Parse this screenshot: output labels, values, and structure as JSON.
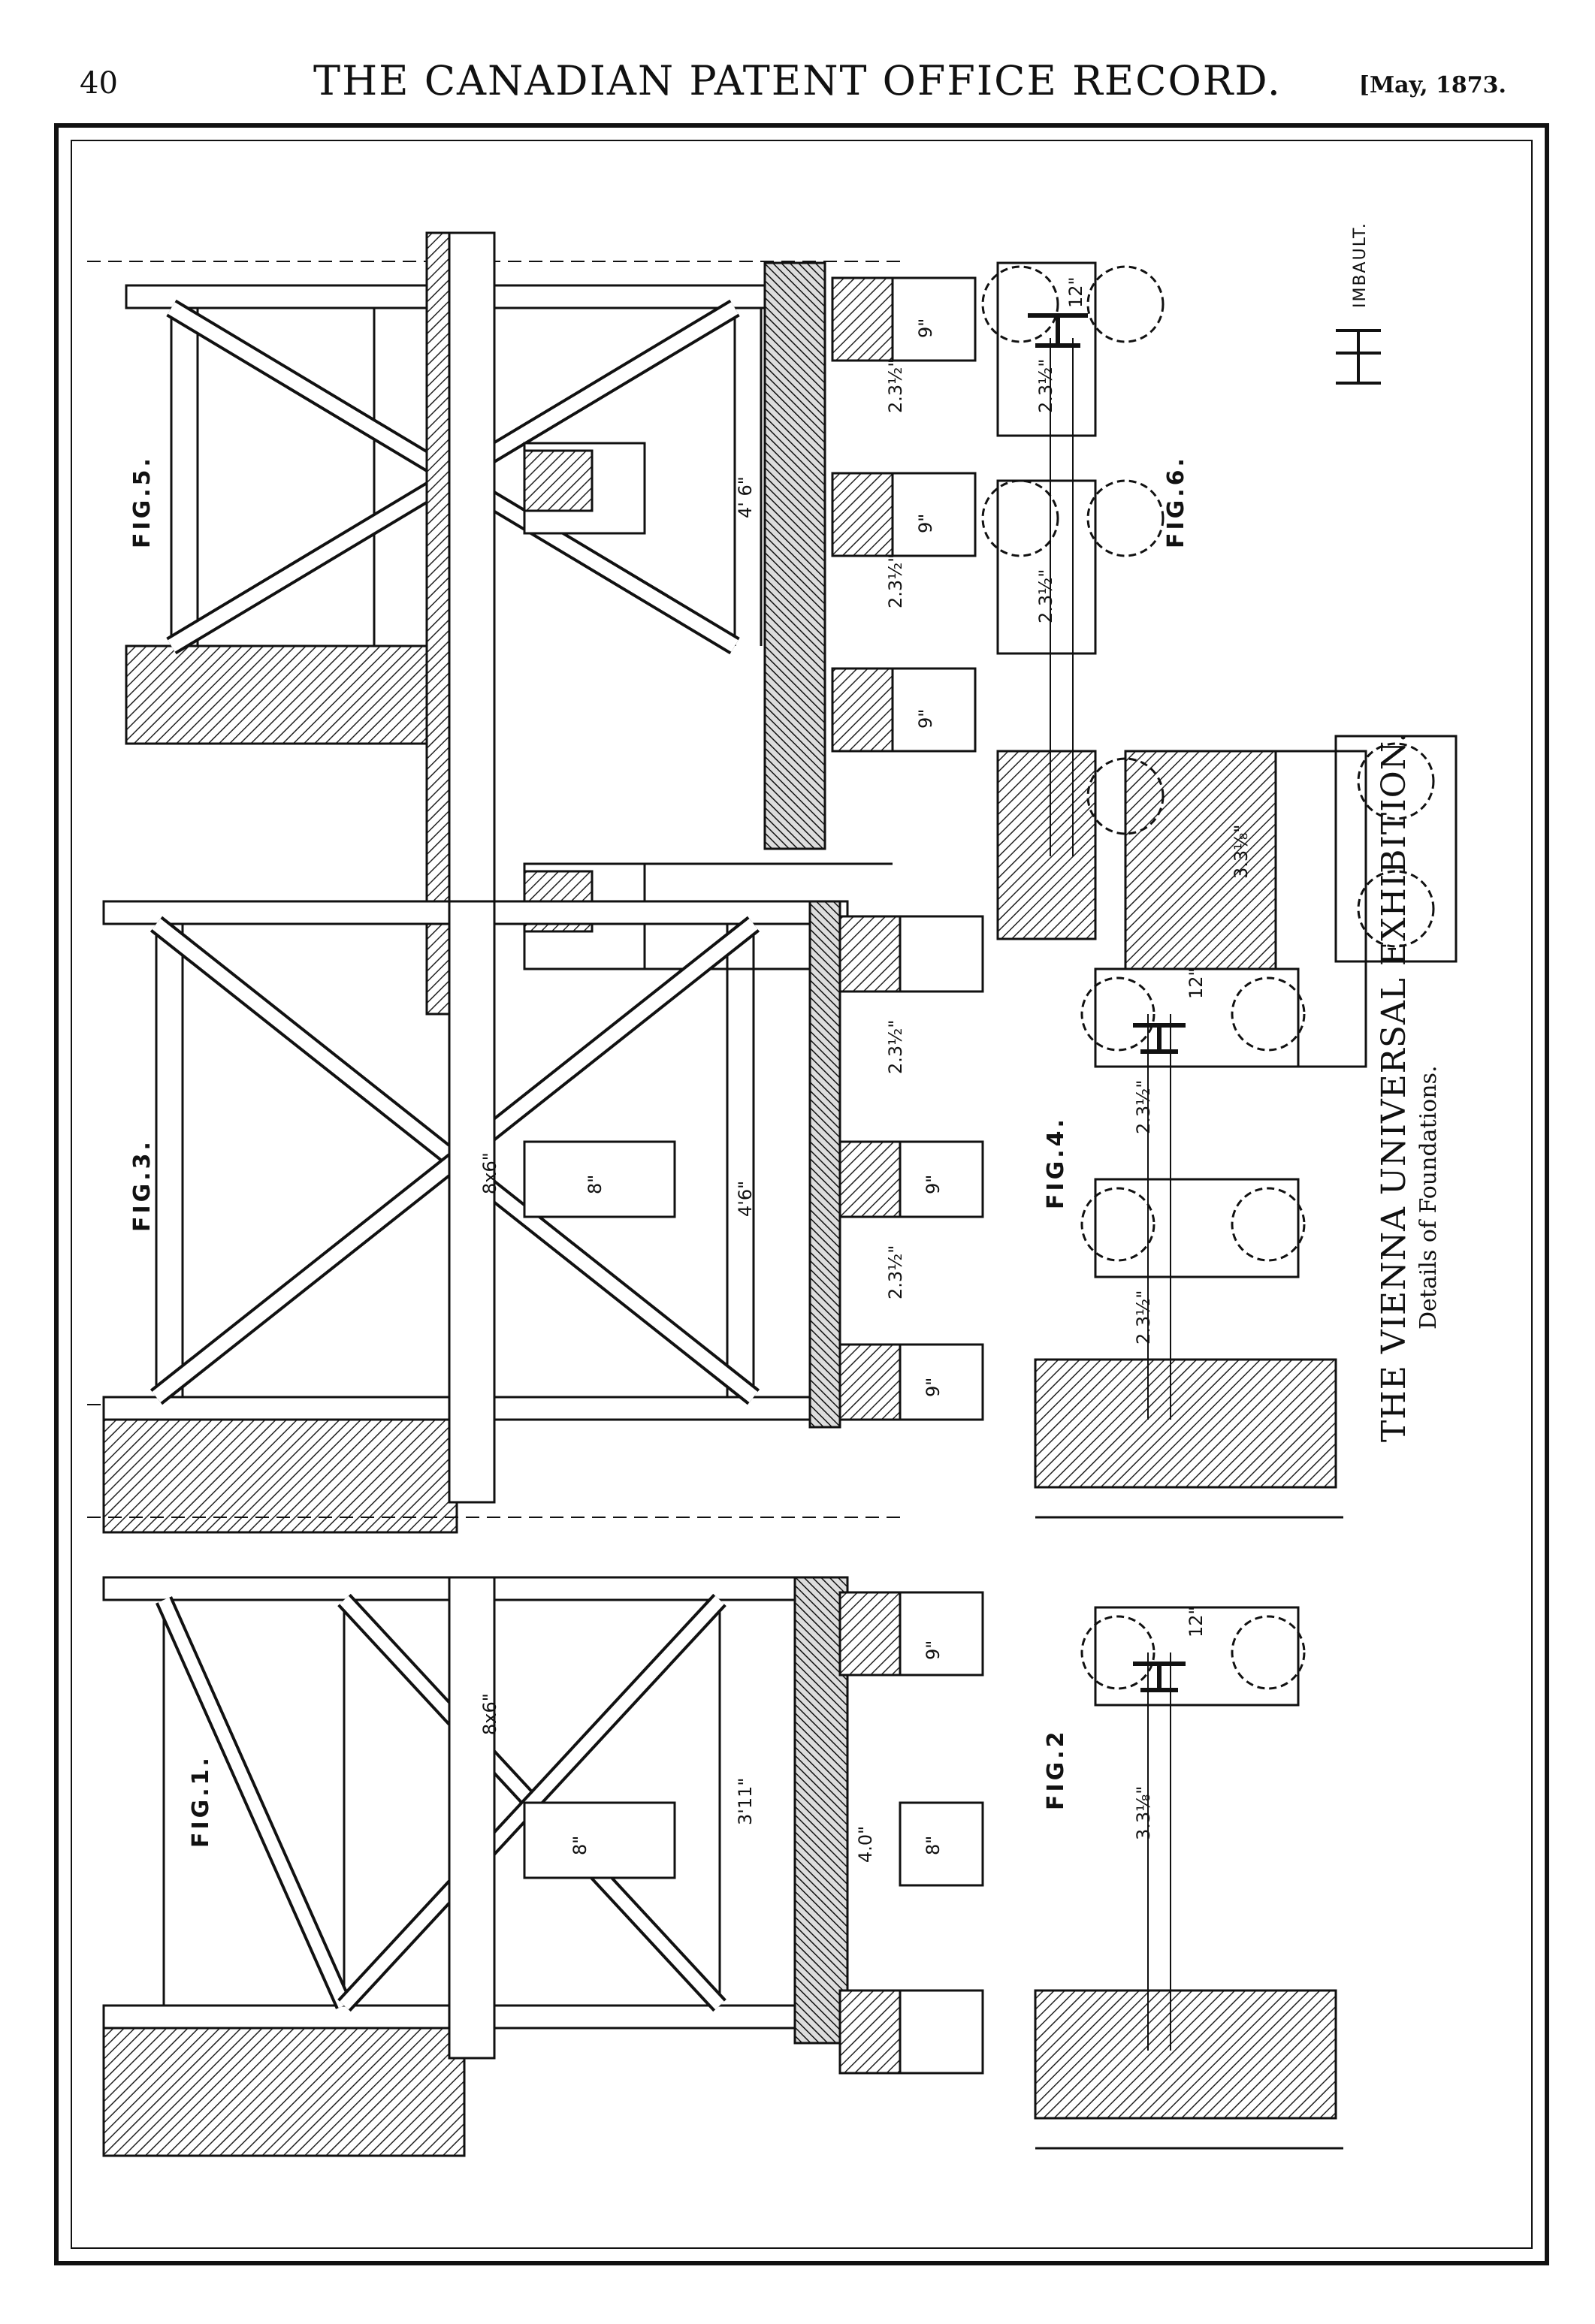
{
  "header": {
    "page_number": "40",
    "journal_title": "THE CANADIAN PATENT OFFICE RECORD.",
    "issue_date": "[May, 1873."
  },
  "plate": {
    "caption_title": "THE VIENNA UNIVERSAL EXHIBITION.",
    "caption_subtitle": "Details of Foundations.",
    "signature": "IMBAULT.",
    "figures": {
      "fig1": "FIG.1.",
      "fig2": "FIG.2",
      "fig3": "FIG.3.",
      "fig4": "FIG.4.",
      "fig5": "FIG.5.",
      "fig6": "FIG.6."
    },
    "dimensions": {
      "fig5_height": "4' 6\"",
      "fig5_span_a": "2.3½\"",
      "fig5_span_b": "2.3½\"",
      "fig5_post_a": "9\"",
      "fig5_post_b": "9\"",
      "fig5_post_c": "9\"",
      "fig6_span_a": "2.3½\"",
      "fig6_span_b": "2.3½\"",
      "fig6_span_c": "3.3⅛\"",
      "fig6_width": "12\"",
      "fig3_height": "4'6\"",
      "fig3_beam": "8x6\"",
      "fig3_span_a": "2.3½\"",
      "fig3_span_b": "2.3½\"",
      "fig3_post_a": "8\"",
      "fig3_post_b": "9\"",
      "fig3_post_c": "9\"",
      "fig4_span_a": "2.3½\"",
      "fig4_span_b": "2.3½\"",
      "fig4_width": "12\"",
      "fig1_height": "3'11\"",
      "fig1_beam": "8x6\"",
      "fig1_post_a": "8\"",
      "fig1_post_b": "8\"",
      "fig1_post_c": "9\"",
      "fig1_span": "4.0\"",
      "fig2_span": "3.3⅛\"",
      "fig2_width": "12\""
    }
  }
}
